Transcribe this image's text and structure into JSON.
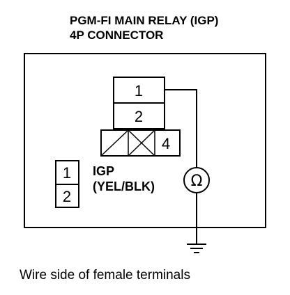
{
  "title": {
    "line1": "PGM-FI MAIN RELAY (IGP)",
    "line2": "4P CONNECTOR"
  },
  "main_connector": {
    "pins": [
      "1",
      "2",
      "4"
    ]
  },
  "small_connector": {
    "pins": [
      "1",
      "2"
    ],
    "label_line1": "IGP",
    "label_line2": "(YEL/BLK)"
  },
  "meter": {
    "symbol": "Ω",
    "icon": "ohmmeter-icon"
  },
  "ground": {
    "icon": "ground-symbol-icon"
  },
  "caption": "Wire side of female terminals"
}
